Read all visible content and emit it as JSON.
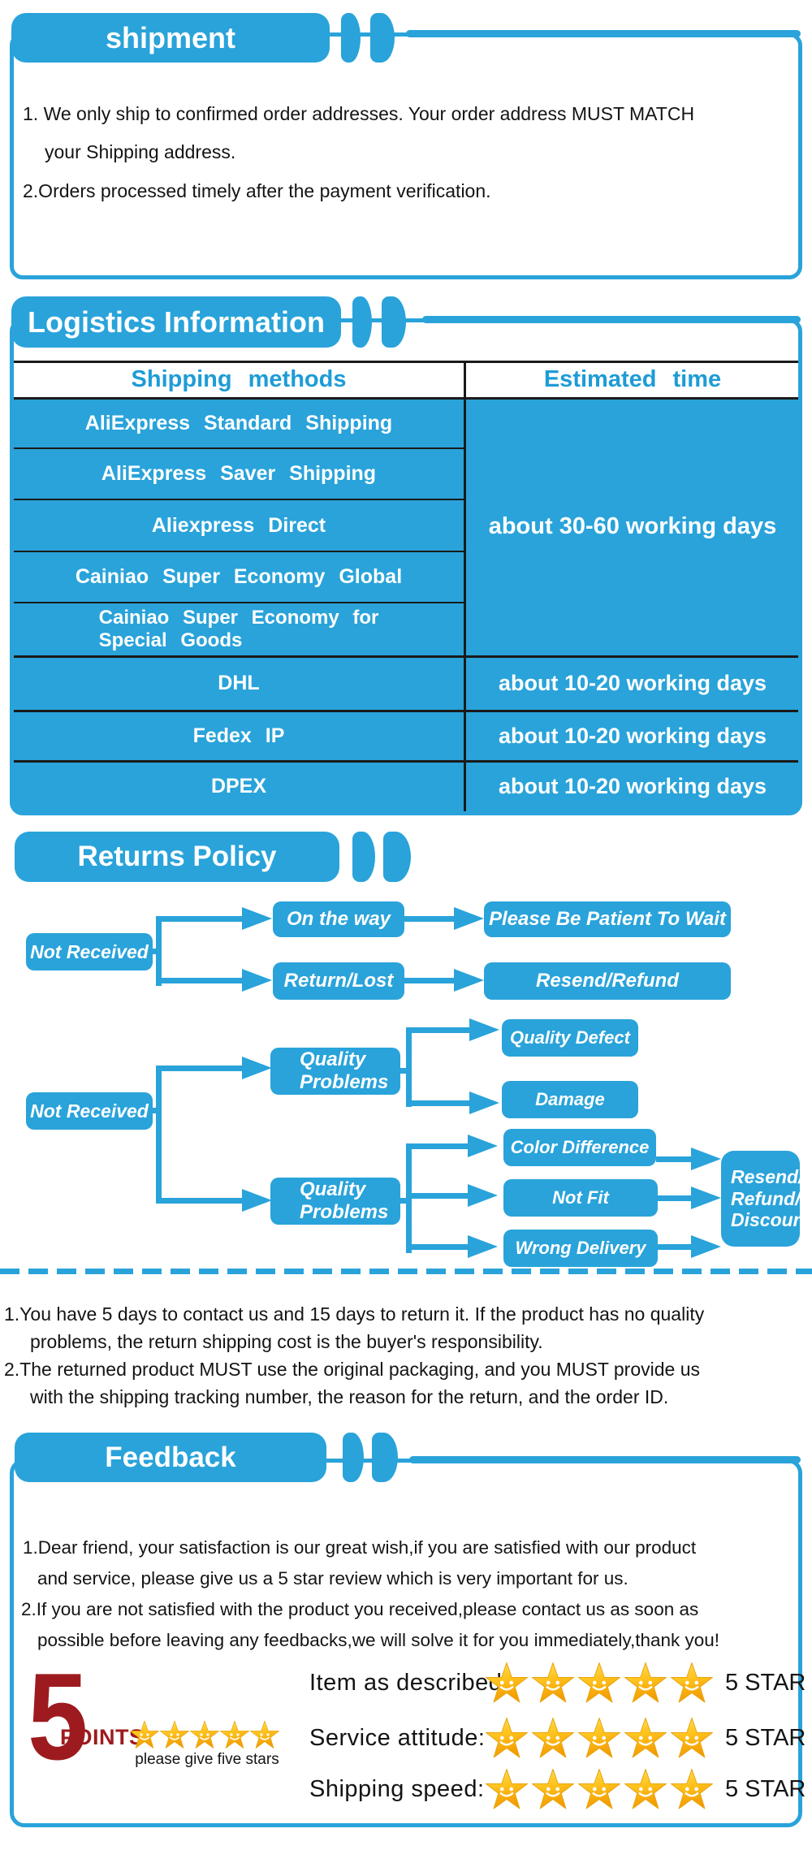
{
  "shipment": {
    "title": "shipment",
    "lines": [
      "1. We only ship to confirmed order addresses. Your order address MUST MATCH",
      "your Shipping address.",
      "2.Orders processed timely after the payment verification."
    ]
  },
  "logistics": {
    "title": "Logistics Information",
    "table": {
      "col_method": "Shipping methods",
      "col_time": "Estimated time",
      "group_rows": [
        "AliExpress Standard Shipping",
        "AliExpress Saver Shipping",
        "Aliexpress Direct",
        "Cainiao Super Economy Global",
        "Cainiao Super Economy for\nSpecial Goods"
      ],
      "group_time": "about 30-60 working days",
      "express_rows": [
        {
          "method": "DHL",
          "time": "about 10-20 working days"
        },
        {
          "method": "Fedex IP",
          "time": "about 10-20 working days"
        },
        {
          "method": "DPEX",
          "time": "about 10-20 working days"
        }
      ]
    }
  },
  "returns": {
    "title": "Returns Policy",
    "flow1": {
      "start": "Not Received",
      "case1": "On the way",
      "result1": "Please Be Patient To Wait",
      "case2": "Return/Lost",
      "result2": "Resend/Refund"
    },
    "flow2": {
      "start": "Not Received",
      "group1": "Quality\nProblems",
      "g1a": "Quality Defect",
      "g1b": "Damage",
      "group2": "Quality\nProblems",
      "g2a": "Color Difference",
      "g2b": "Not Fit",
      "g2c": "Wrong Delivery",
      "final": "Resend/\nRefund/\nDiscount"
    },
    "notes": [
      "1.You have 5 days to contact us and 15 days to return it. If the product has no quality",
      "problems, the return shipping cost is the buyer's responsibility.",
      "2.The returned product MUST use the original packaging, and you MUST provide us",
      "with the shipping tracking number, the reason for the return, and the order ID."
    ]
  },
  "feedback": {
    "title": "Feedback",
    "lines": [
      "1.Dear friend, your satisfaction is our great wish,if you are satisfied with our product",
      "and service, please give us a 5 star review which is very important for us.",
      "2.If you are not satisfied with the product you received,please contact us as soon as",
      "possible before leaving any feedbacks,we will solve it for you immediately,thank you!"
    ],
    "points_number": "5",
    "points_label": "POINTS",
    "points_caption": "please give five stars",
    "ratings": [
      {
        "label": "Item as described:",
        "value": "5 STAR"
      },
      {
        "label": "Service attitude:",
        "value": "5 STAR"
      },
      {
        "label": "Shipping speed:",
        "value": "5 STAR"
      }
    ]
  },
  "colors": {
    "blue": "#29a3da",
    "maroon": "#9d1b1e",
    "star_gold": "#ffc520"
  }
}
